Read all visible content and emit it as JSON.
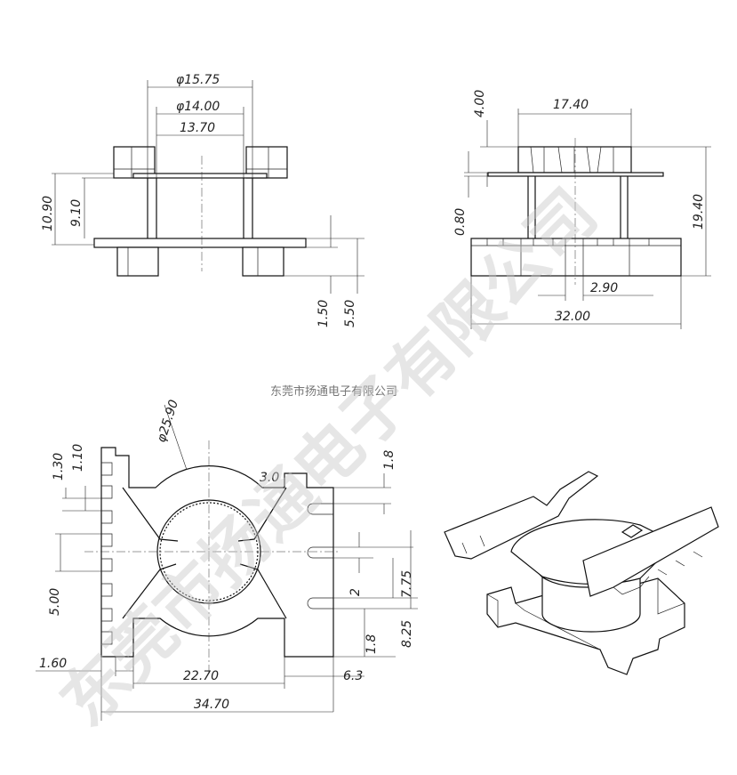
{
  "watermark": "东莞市扬通电子有限公司",
  "center_caption": "东莞市扬通电子有限公司",
  "top_left_view": {
    "dims": {
      "d1": "φ15.75",
      "d2": "φ14.00",
      "d3": "13.70",
      "h1": "10.90",
      "h2": "9.10",
      "h3": "1.50",
      "h4": "5.50"
    }
  },
  "top_right_view": {
    "dims": {
      "w1": "17.40",
      "h1": "4.00",
      "h2": "0.80",
      "h3": "19.40",
      "w2": "2.90",
      "w3": "32.00"
    }
  },
  "bottom_left_view": {
    "dims": {
      "dia": "φ25.90",
      "d130": "1.30",
      "d110": "1.10",
      "d30": "3.0",
      "d18a": "1.8",
      "d500": "5.00",
      "d2": "2",
      "d775": "7.75",
      "d825": "8.25",
      "d18b": "1.8",
      "d160": "1.60",
      "d2270": "22.70",
      "d63": "6.3",
      "d3470": "34.70"
    }
  }
}
